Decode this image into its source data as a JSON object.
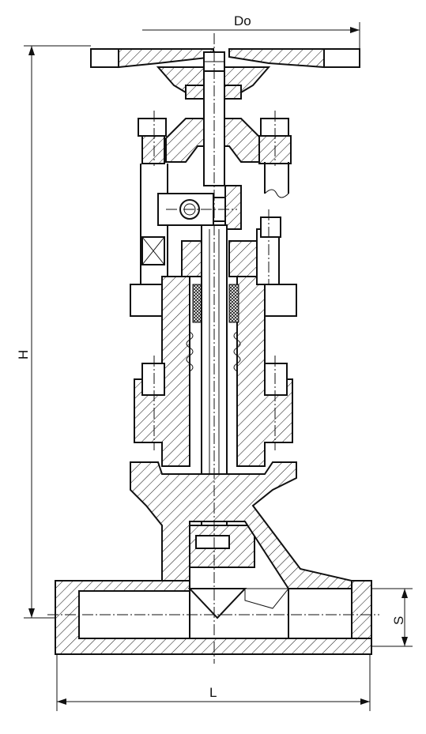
{
  "dimensions": {
    "handwheel_diameter": "Do",
    "height": "H",
    "socket_depth": "S",
    "length": "L"
  },
  "colors": {
    "line": "#111111",
    "background": "#ffffff"
  }
}
